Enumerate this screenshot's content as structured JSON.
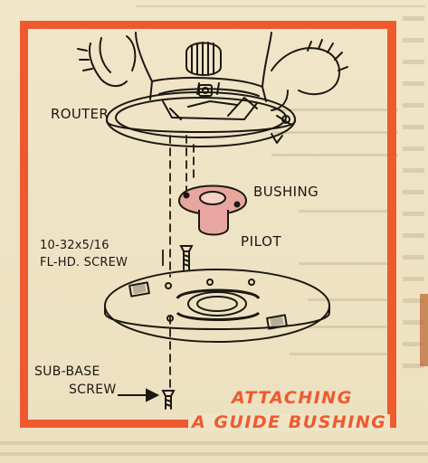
{
  "labels": {
    "router": "ROUTER",
    "bushing": "BUSHING",
    "pilot": "PILOT",
    "screw_line1": "10-32x5/16",
    "screw_line2": "FL-HD. SCREW",
    "subbase_line1": "SUB-BASE",
    "subbase_line2": "SCREW"
  },
  "caption": {
    "line1": "ATTACHING",
    "line2": "A GUIDE BUSHING"
  },
  "colors": {
    "frame": "#ee5a2e",
    "bushing_fill": "#e8a6a0",
    "paper": "#efe4c6",
    "ink": "#1c1812"
  },
  "icons": {
    "subbase_arrow": "arrow-right-icon"
  }
}
